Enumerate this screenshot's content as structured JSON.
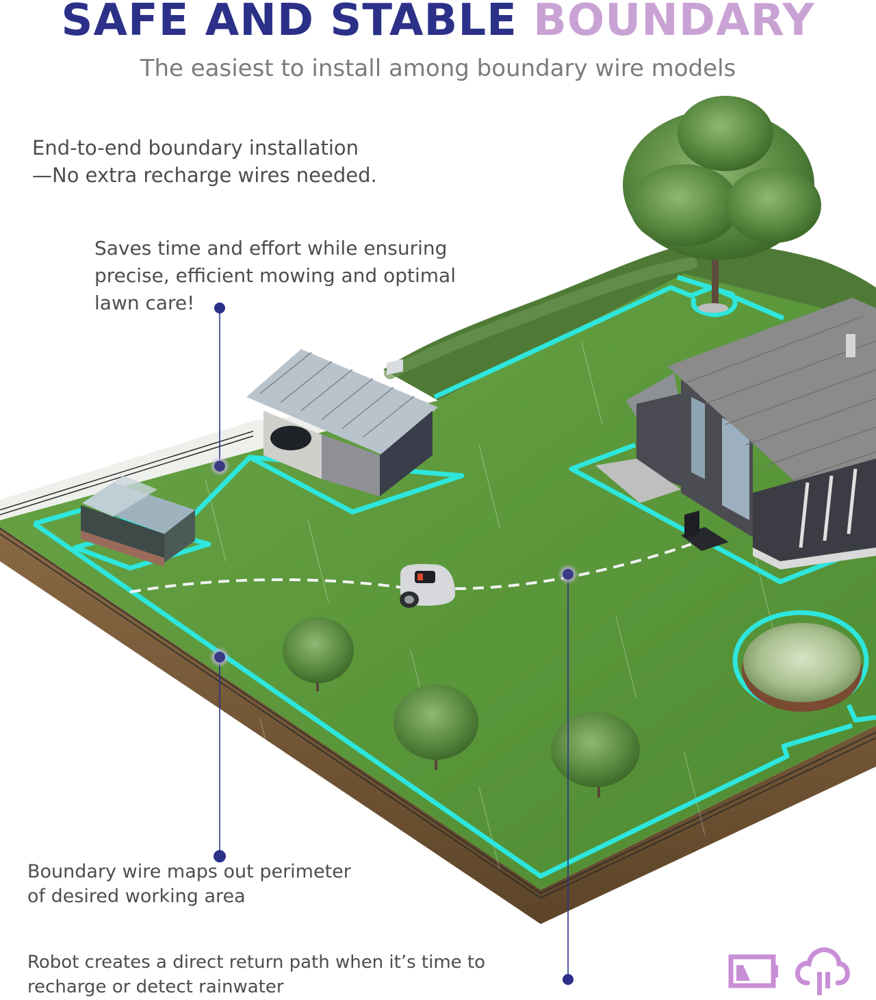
{
  "header": {
    "title_part1": "SAFE AND STABLE",
    "title_part2": "BOUNDARY",
    "subtitle": "The easiest to install among boundary wire models"
  },
  "callouts": [
    {
      "id": "installation",
      "lines": [
        "End-to-end boundary installation",
        "—No extra recharge wires needed."
      ]
    },
    {
      "id": "saves-time",
      "lines": [
        "Saves time and effort while ensuring",
        "precise, efficient mowing and optimal",
        "lawn care!"
      ]
    },
    {
      "id": "boundary-wire",
      "lines": [
        "Boundary wire maps out perimeter",
        "of desired working area"
      ]
    },
    {
      "id": "return-path",
      "lines": [
        "Robot creates a direct return path when it’s time to",
        "recharge or detect rainwater"
      ]
    }
  ],
  "icons": {
    "battery": "battery-low-icon",
    "rain": "cloud-rain-icon"
  },
  "colors": {
    "title_primary": "#2b3088",
    "title_accent": "#c9a2d4",
    "subtitle": "#7b7b7b",
    "body_text": "#4d4d4d",
    "boundary_wire": "#2ee6dc",
    "marker_dot": "#2b3088",
    "lawn": "#5e9a3c",
    "icon_accent": "#c98fd6"
  },
  "scene": {
    "objects": [
      "greenhouse",
      "carport",
      "house",
      "large-tree",
      "hedge",
      "flower-bed",
      "small-trees",
      "robot-mower",
      "charging-station",
      "fence"
    ]
  }
}
